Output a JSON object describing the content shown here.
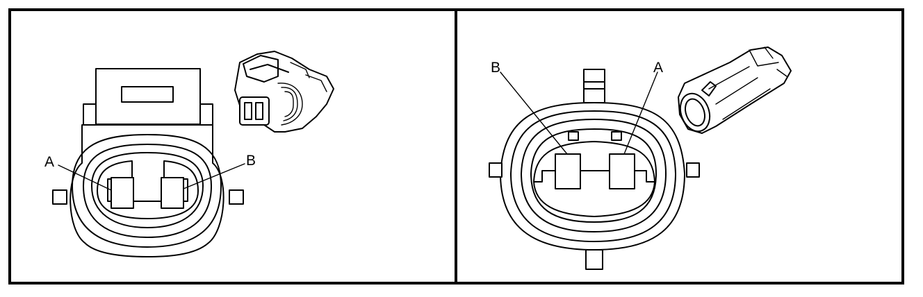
{
  "left_panel": {
    "pin_left_label": "A",
    "pin_right_label": "B"
  },
  "right_panel": {
    "pin_left_label": "B",
    "pin_right_label": "A"
  },
  "colors": {
    "line": "#000000",
    "background": "#ffffff"
  }
}
